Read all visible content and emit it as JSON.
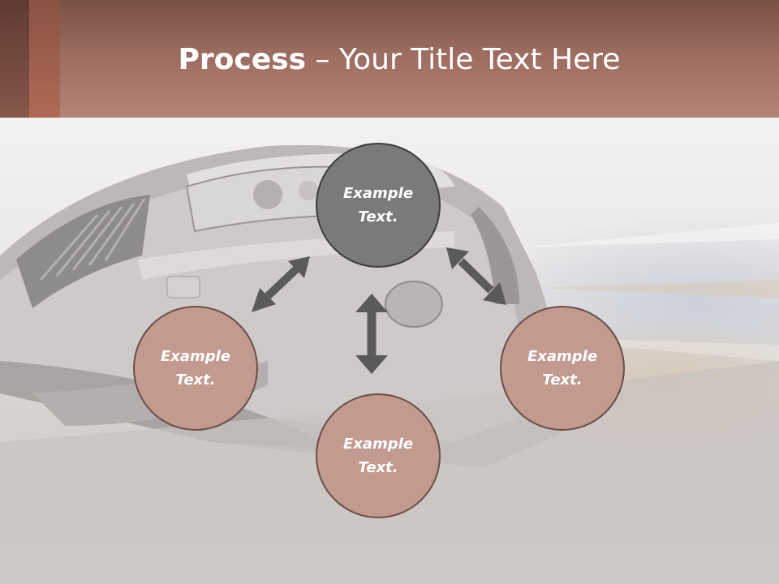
{
  "title": {
    "bold": "Process",
    "separator": " – ",
    "regular": "Your Title Text Here"
  },
  "diagram": {
    "center": {
      "label_line1": "Example",
      "label_line2": "Text."
    },
    "left": {
      "label_line1": "Example",
      "label_line2": "Text."
    },
    "bottom": {
      "label_line1": "Example",
      "label_line2": "Text."
    },
    "right": {
      "label_line1": "Example",
      "label_line2": "Text."
    }
  },
  "colors": {
    "header": "#a57468",
    "center_circle": "#7a7a7a",
    "outer_circle": "#c29a8f",
    "arrow": "#5a5a5a"
  }
}
